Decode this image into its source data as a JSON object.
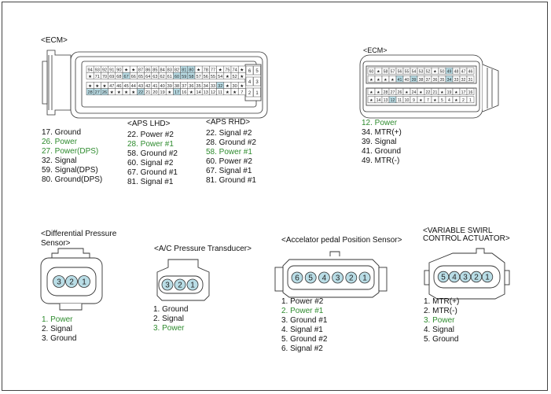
{
  "ecm_left": {
    "title": "<ECM>",
    "pins": [
      {
        "label": "17. Ground",
        "color": "black"
      },
      {
        "label": "26. Power",
        "color": "green"
      },
      {
        "label": "27. Power(DPS)",
        "color": "green"
      },
      {
        "label": "32. Signal",
        "color": "black"
      },
      {
        "label": "59. Signal(DPS)",
        "color": "black"
      },
      {
        "label": "80. Ground(DPS)",
        "color": "black"
      }
    ]
  },
  "aps_lhd": {
    "title": "<APS LHD>",
    "pins": [
      {
        "label": "22. Power #2",
        "color": "black"
      },
      {
        "label": "28. Power #1",
        "color": "green"
      },
      {
        "label": "58. Ground #2",
        "color": "black"
      },
      {
        "label": "60. Signal #2",
        "color": "black"
      },
      {
        "label": "67. Ground #1",
        "color": "black"
      },
      {
        "label": "81. Signal #1",
        "color": "black"
      }
    ]
  },
  "aps_rhd": {
    "title": "<APS RHD>",
    "pins": [
      {
        "label": "22. Signal #2",
        "color": "black"
      },
      {
        "label": "28. Ground #2",
        "color": "black"
      },
      {
        "label": "58. Power #1",
        "color": "green"
      },
      {
        "label": "60. Power #2",
        "color": "black"
      },
      {
        "label": "67. Signal #1",
        "color": "black"
      },
      {
        "label": "81. Ground #1",
        "color": "black"
      }
    ]
  },
  "ecm_right": {
    "title": "<ECM>",
    "pins": [
      {
        "label": "12. Power",
        "color": "green"
      },
      {
        "label": "34. MTR(+)",
        "color": "black"
      },
      {
        "label": "39. Signal",
        "color": "black"
      },
      {
        "label": "41. Ground",
        "color": "black"
      },
      {
        "label": "49. MTR(-)",
        "color": "black"
      }
    ]
  },
  "dps": {
    "title_line1": "<Differential Pressure",
    "title_line2": "Sensor>",
    "pin_numbers": [
      "3",
      "2",
      "1"
    ],
    "pins": [
      {
        "label": "1. Power",
        "color": "green"
      },
      {
        "label": "2. Signal",
        "color": "black"
      },
      {
        "label": "3. Ground",
        "color": "black"
      }
    ]
  },
  "ac": {
    "title": "<A/C Pressure Transducer>",
    "pin_numbers": [
      "3",
      "2",
      "1"
    ],
    "pins": [
      {
        "label": "1. Ground",
        "color": "black"
      },
      {
        "label": "2. Signal",
        "color": "black"
      },
      {
        "label": "3. Power",
        "color": "green"
      }
    ]
  },
  "apps": {
    "title": "<Accelator pedal Position Sensor>",
    "pin_numbers": [
      "6",
      "5",
      "4",
      "3",
      "2",
      "1"
    ],
    "pins": [
      {
        "label": "1. Power #2",
        "color": "black"
      },
      {
        "label": "2. Power #1",
        "color": "green"
      },
      {
        "label": "3. Ground #1",
        "color": "black"
      },
      {
        "label": "4. Signal #1",
        "color": "black"
      },
      {
        "label": "5. Ground #2",
        "color": "black"
      },
      {
        "label": "6. Signal #2",
        "color": "black"
      }
    ]
  },
  "vsa": {
    "title_line1": "<VARIABLE SWIRL",
    "title_line2": "CONTROL ACTUATOR>",
    "pin_numbers": [
      "5",
      "4",
      "3",
      "2",
      "1"
    ],
    "pins": [
      {
        "label": "1. MTR(+)",
        "color": "black"
      },
      {
        "label": "2. MTR(-)",
        "color": "black"
      },
      {
        "label": "3. Power",
        "color": "green"
      },
      {
        "label": "4. Signal",
        "color": "black"
      },
      {
        "label": "5. Ground",
        "color": "black"
      }
    ]
  },
  "ecm_left_connector": {
    "row1": [
      "94",
      "93",
      "92",
      "91",
      "90",
      "★",
      "★",
      "87",
      "86",
      "85",
      "84",
      "83",
      "82",
      "81",
      "80",
      "★",
      "78",
      "77",
      "★",
      "75",
      "74",
      "★"
    ],
    "row2": [
      "★",
      "71",
      "70",
      "69",
      "68",
      "67",
      "66",
      "65",
      "64",
      "63",
      "62",
      "61",
      "60",
      "59",
      "58",
      "57",
      "56",
      "55",
      "54",
      "★",
      "52",
      "★"
    ],
    "row3": [
      "★",
      "★",
      "★",
      "47",
      "46",
      "45",
      "44",
      "43",
      "42",
      "41",
      "40",
      "39",
      "38",
      "37",
      "36",
      "35",
      "34",
      "33",
      "32",
      "★",
      "30",
      "★"
    ],
    "row4": [
      "28",
      "27",
      "26",
      "★",
      "★",
      "★",
      "★",
      "22",
      "21",
      "20",
      "19",
      "★",
      "17",
      "16",
      "★",
      "14",
      "13",
      "12",
      "11",
      "★",
      "★",
      "7"
    ],
    "side": [
      "6",
      "5",
      "4",
      "3",
      "2",
      "1"
    ],
    "highlight": [
      "81",
      "80",
      "59",
      "58",
      "60",
      "67",
      "32",
      "17",
      "22",
      "26",
      "27",
      "28"
    ]
  },
  "ecm_right_connector": {
    "row1": [
      "60",
      "★",
      "58",
      "57",
      "56",
      "55",
      "54",
      "53",
      "52",
      "★",
      "50",
      "49",
      "48",
      "47",
      "46"
    ],
    "row2": [
      "★",
      "★",
      "★",
      "★",
      "41",
      "40",
      "39",
      "38",
      "37",
      "36",
      "35",
      "34",
      "33",
      "32",
      "31"
    ],
    "row3": [
      "★",
      "★",
      "28",
      "27",
      "26",
      "★",
      "24",
      "★",
      "22",
      "21",
      "★",
      "19",
      "★",
      "17",
      "16"
    ],
    "row4": [
      "★",
      "14",
      "13",
      "12",
      "11",
      "10",
      "9",
      "★",
      "7",
      "★",
      "5",
      "4",
      "★",
      "2",
      "1"
    ],
    "highlight": [
      "49",
      "41",
      "39",
      "34",
      "12"
    ]
  }
}
